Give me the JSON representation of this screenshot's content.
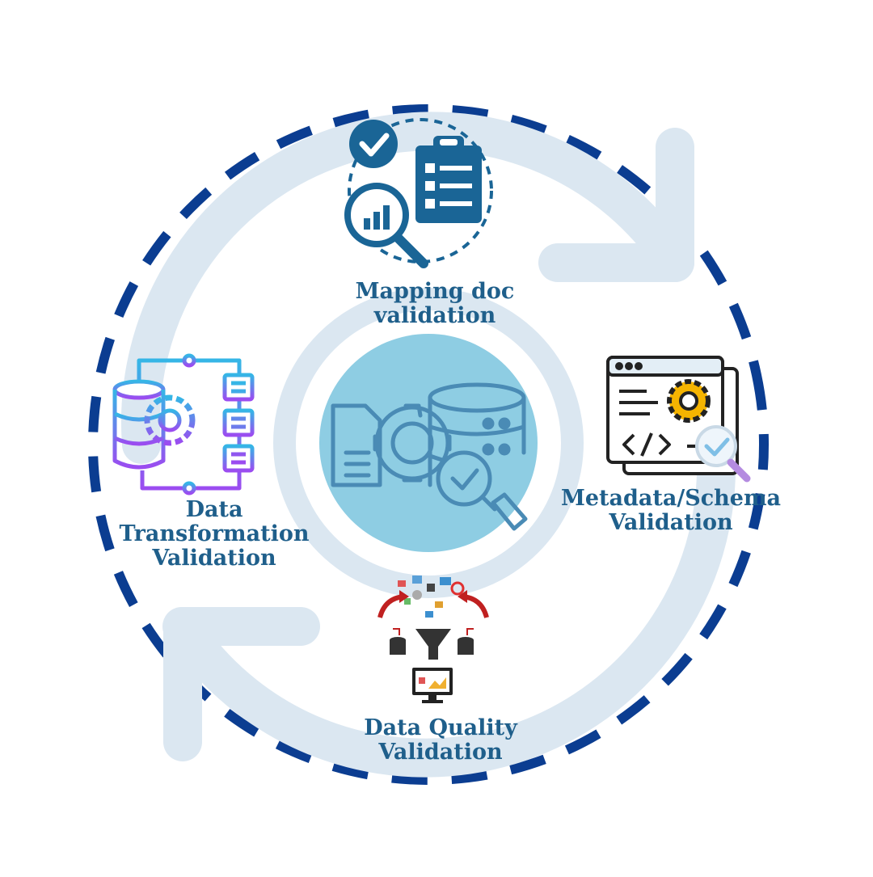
{
  "colors": {
    "ring_dashed": "#0b3d91",
    "arrow_ring": "#dbe7f1",
    "inner_ring": "#dbe7f1",
    "center_fill": "#8ecde3",
    "center_icon": "#4a8bb5",
    "label": "#1f5f8b",
    "mapping_icon": "#1a6596",
    "transform_gradient_top": "#35b6e6",
    "transform_gradient_bottom": "#9b4cf0",
    "metadata_icon": "#222222",
    "metadata_gear": "#f5b400"
  },
  "steps": {
    "mapping": {
      "icon": "clipboard-magnifier-check-icon",
      "label_line1": "Mapping doc",
      "label_line2": "validation"
    },
    "metadata": {
      "icon": "code-window-gear-icon",
      "label_line1": "Metadata/Schema",
      "label_line2": "Validation"
    },
    "quality": {
      "icon": "data-funnel-monitor-icon",
      "label_line1": "Data Quality",
      "label_line2": "Validation"
    },
    "transformation": {
      "icon": "database-flowchart-icon",
      "label_line1": "Data",
      "label_line2": "Transformation",
      "label_line3": "Validation"
    }
  },
  "center": {
    "icon": "database-gear-magnifier-icon"
  }
}
